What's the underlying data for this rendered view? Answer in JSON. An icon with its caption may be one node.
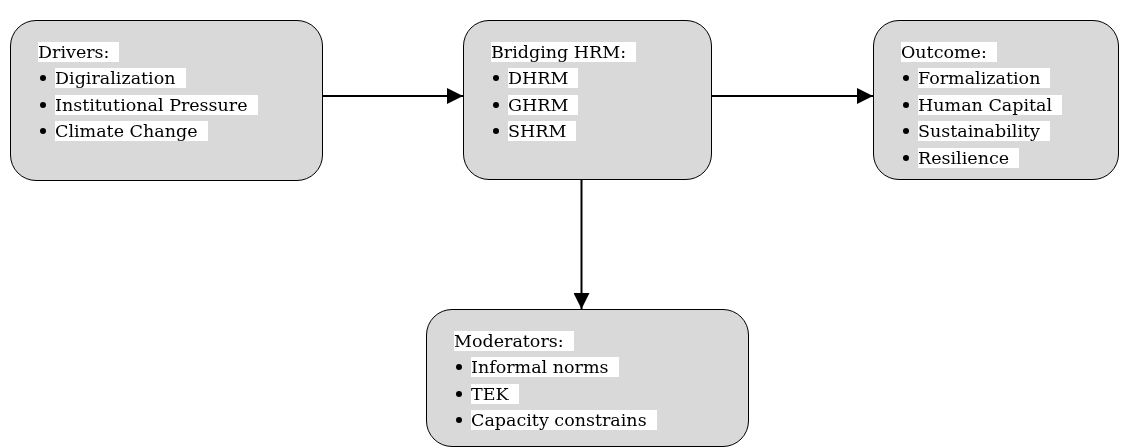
{
  "diagram": {
    "nodes": [
      {
        "text": [
          "Drivers:",
          "Digiralization",
          "Institutional Pressure",
          "Climate Change"
        ]
      },
      {
        "text": [
          "Bridging HRM:",
          "DHRM",
          "GHRM",
          "SHRM"
        ]
      },
      {
        "text": [
          "Outcome:",
          "Formalization",
          "Human Capital",
          "Sustainability",
          "Resilience"
        ]
      },
      {
        "text": [
          "Moderators:",
          "Informal norms",
          "TEK",
          "Capacity constrains"
        ]
      }
    ],
    "edges": [
      {
        "from": 0,
        "to": 1,
        "arrow": "to"
      },
      {
        "from": 1,
        "to": 2,
        "arrow": "to"
      },
      {
        "from": 1,
        "to": 3,
        "arrow": "to"
      }
    ]
  }
}
